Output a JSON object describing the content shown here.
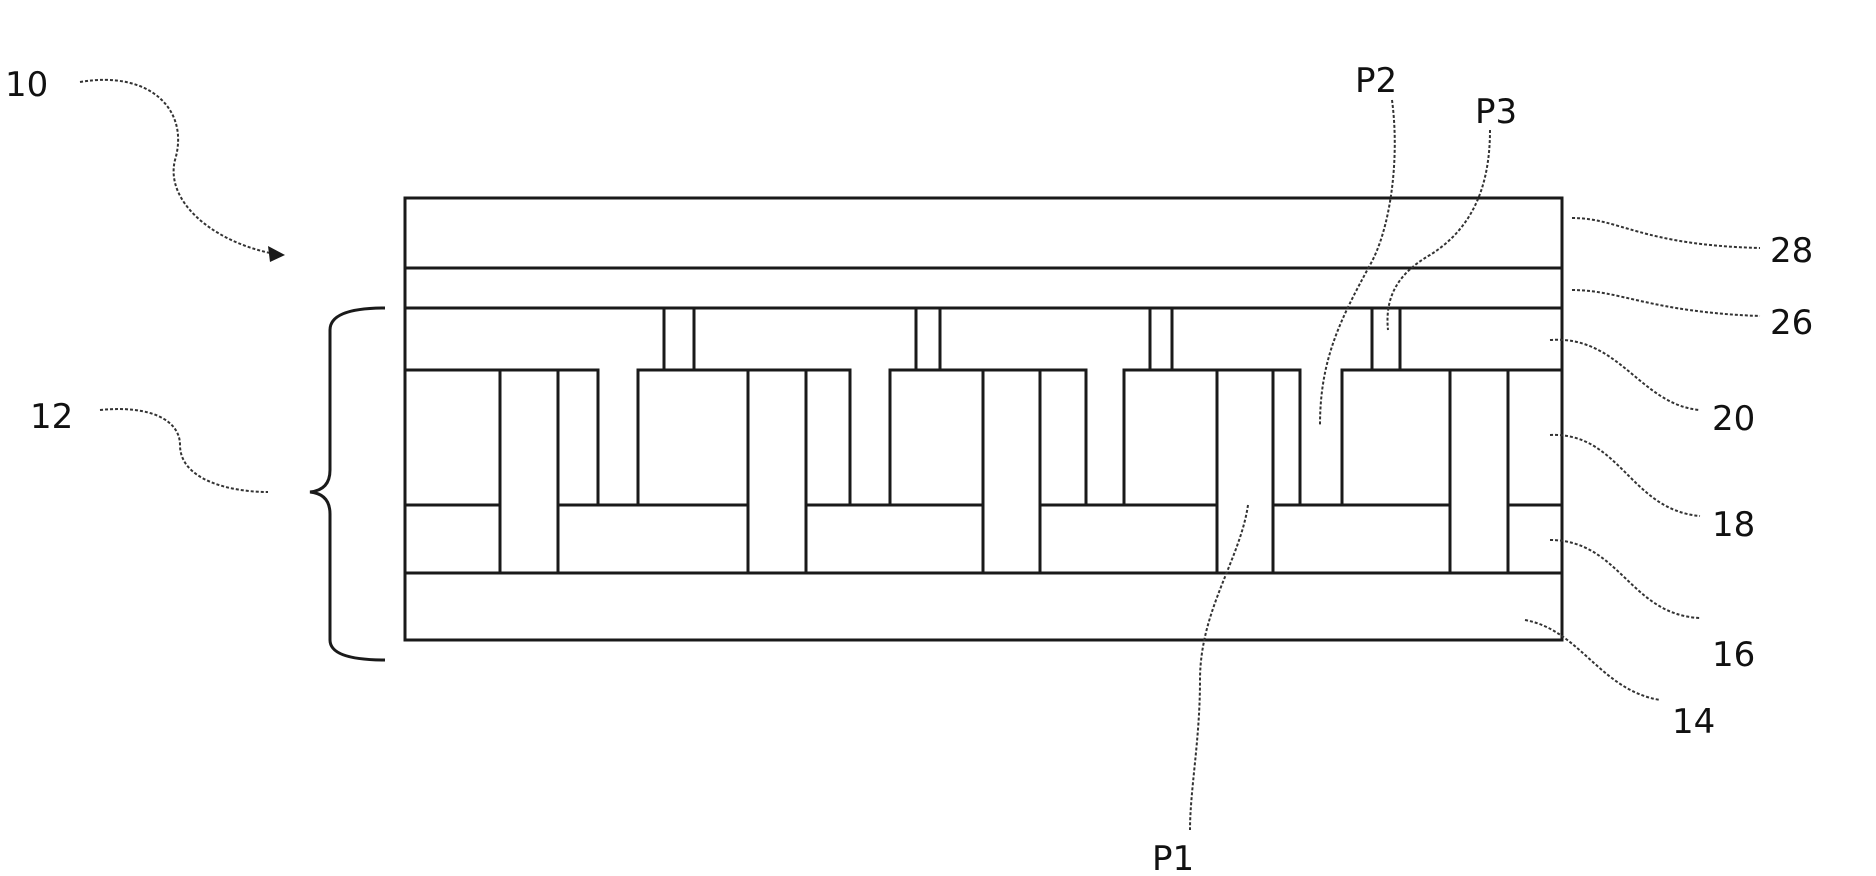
{
  "figure": {
    "labels": {
      "device": "10",
      "stack": "12",
      "layer_28": "28",
      "layer_26": "26",
      "layer_20": "20",
      "layer_18": "18",
      "layer_16": "16",
      "layer_14": "14",
      "scribe_p1": "P1",
      "scribe_p2": "P2",
      "scribe_p3": "P3"
    }
  }
}
